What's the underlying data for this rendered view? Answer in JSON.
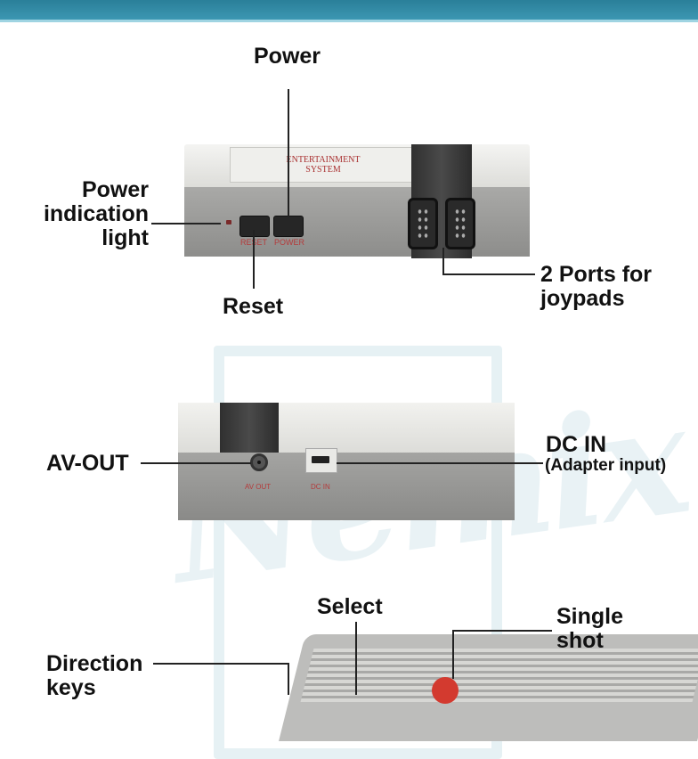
{
  "labels": {
    "power": "Power",
    "power_light": [
      "Power",
      "indication",
      "light"
    ],
    "reset": "Reset",
    "ports": [
      "2 Ports for",
      "joypads"
    ],
    "av_out": "AV-OUT",
    "dc_in": "DC IN",
    "dc_in_sub": "(Adapter input)",
    "select": "Select",
    "single_shot": [
      "Single",
      "shot"
    ],
    "direction_keys": [
      "Direction",
      "keys"
    ]
  },
  "device_text": {
    "brand_line1": "ENTERTAINMENT",
    "brand_line2": "SYSTEM",
    "reset_btn": "RESET",
    "power_btn": "POWER",
    "av_out_port": "AV OUT",
    "dc_in_port": "DC IN"
  },
  "watermark": "Nemix",
  "colors": {
    "topbar": "#2a7f99",
    "label_text": "#111111",
    "device_red_text": "#b43a3a",
    "controller_button": "#d33a2f"
  }
}
